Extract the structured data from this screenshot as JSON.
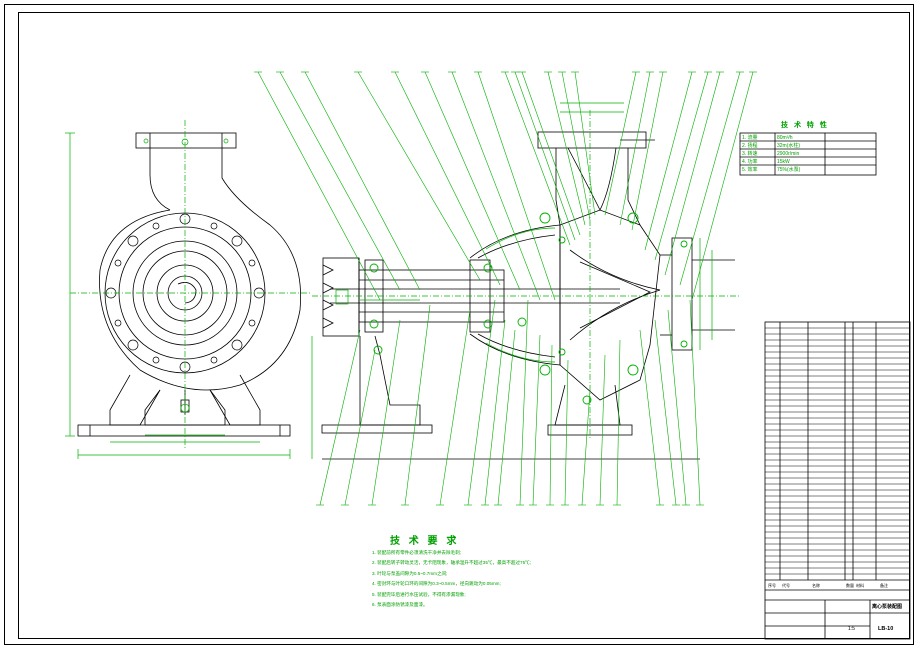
{
  "technical_requirements": {
    "title": "技 术 要 求",
    "items": [
      "1. 装配前所有零件必须清洗干净并去除毛刺;",
      "2. 装配后转子转动灵活，无卡阻现象，轴承温升不超过35℃，最高不超过75℃;",
      "3. 叶轮与泵盖间隙为0.5~0.7mm之间;",
      "4. 密封环与叶轮口环的间隙为0.3~0.5mm，径向跳动为0.05mm;",
      "5. 装配完毕后进行水压试验，不得有渗漏现象;",
      "6. 泵表面涂防锈漆及面漆。"
    ]
  },
  "performance_table": {
    "title": "技 术 特 性",
    "rows": [
      [
        "1. 流量",
        "80m³/h"
      ],
      [
        "2. 扬程",
        "32m(水柱)"
      ],
      [
        "3. 转速",
        "2900r/min"
      ],
      [
        "4. 功率",
        "15kW"
      ],
      [
        "5. 效率",
        "75%(水泵)"
      ]
    ]
  },
  "title_block": {
    "drawing_name": "离心泵装配图",
    "drawing_no": "LB-10",
    "scale": "1:5",
    "header": [
      "序号",
      "代号",
      "名称",
      "数量",
      "材料",
      "备注"
    ]
  },
  "colors": {
    "line": "#000000",
    "annotation": "#00a000"
  }
}
